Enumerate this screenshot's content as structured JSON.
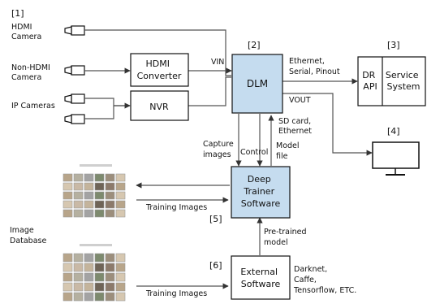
{
  "markers": {
    "m1": "[1]",
    "m2": "[2]",
    "m3": "[3]",
    "m4": "[4]",
    "m5": "[5]",
    "m6": "[6]"
  },
  "cameras": {
    "hdmi": [
      "HDMI",
      "Camera"
    ],
    "non_hdmi": [
      "Non-HDMI",
      "Camera"
    ],
    "ip": "IP Cameras"
  },
  "boxes": {
    "hdmi_converter": [
      "HDMI",
      "Converter"
    ],
    "nvr": "NVR",
    "dlm": "DLM",
    "dr_api": [
      "DR",
      "API"
    ],
    "service_system": [
      "Service",
      "System"
    ],
    "deep_trainer": [
      "Deep",
      "Trainer",
      "Software"
    ],
    "external_software": [
      "External",
      "Software"
    ]
  },
  "labels": {
    "vin": "VIN",
    "dlm_out": [
      "Ethernet,",
      "Serial, Pinout"
    ],
    "vout": "VOUT",
    "sd_card": [
      "SD card,",
      "Ethernet"
    ],
    "capture_images": [
      "Capture",
      "images"
    ],
    "control": "Control",
    "model_file": [
      "Model",
      "file"
    ],
    "pretrained_model": [
      "Pre-trained",
      "model"
    ],
    "frameworks": [
      "Darknet,",
      "Caffe,",
      "Tensorflow, ETC."
    ],
    "training_images_1": "Training Images",
    "training_images_2": "Training Images",
    "image_database": [
      "Image",
      "Database"
    ]
  },
  "colors": {
    "dlm_fill": "#c5dcef",
    "trainer_fill": "#c5dcef",
    "line": "#555555",
    "stroke": "#111111"
  },
  "icons": {
    "camera": "camera-icon",
    "monitor": "monitor-icon",
    "image_grid": "image-grid-icon"
  }
}
